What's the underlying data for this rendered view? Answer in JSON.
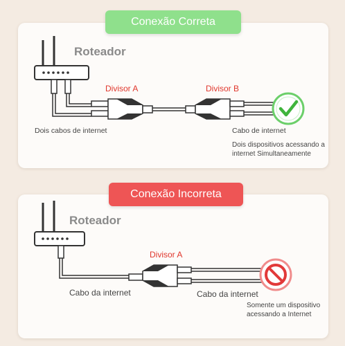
{
  "correct": {
    "badge": "Conexão Correta",
    "router_label": "Roteador",
    "splitter_a": "Divisor A",
    "splitter_b": "Divisor B",
    "left_caption": "Dois cabos de internet",
    "right_caption": "Cabo de internet",
    "note_line1": "Dois dispositivos acessando a",
    "note_line2": "internet Simultaneamente",
    "status_icon": "check-icon",
    "accent": "#8fe08c"
  },
  "incorrect": {
    "badge": "Conexão Incorreta",
    "router_label": "Roteador",
    "splitter_a": "Divisor A",
    "left_caption": "Cabo da internet",
    "right_caption": "Cabo da internet",
    "note_line1": "Somente um dispositivo",
    "note_line2": "acessando a Internet",
    "status_icon": "prohibited-icon",
    "accent": "#ee5555"
  }
}
